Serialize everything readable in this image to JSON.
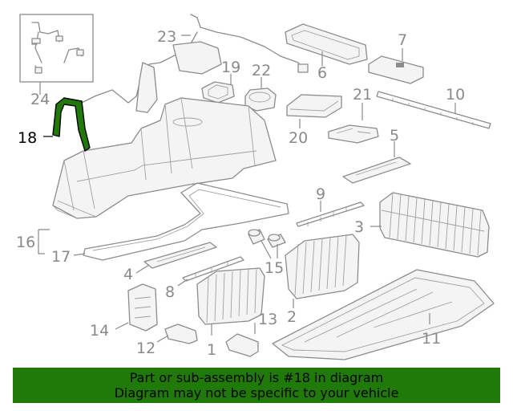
{
  "highlight_part": "18",
  "footer": {
    "line1": "Part or sub-assembly is #18 in diagram",
    "line2": "Diagram may not be specific to your vehicle"
  },
  "callouts": {
    "c1": "1",
    "c2": "2",
    "c3": "3",
    "c4": "4",
    "c5": "5",
    "c6": "6",
    "c7": "7",
    "c8": "8",
    "c9": "9",
    "c10": "10",
    "c11": "11",
    "c12": "12",
    "c13": "13",
    "c14": "14",
    "c15": "15",
    "c16": "16",
    "c17": "17",
    "c18": "18",
    "c19": "19",
    "c20": "20",
    "c21": "21",
    "c22": "22",
    "c23": "23",
    "c24": "24"
  },
  "colors": {
    "highlight_fill": "#1f7a0a",
    "footer_bg": "#1f7a0a",
    "line": "#8c8c8c",
    "label": "#8a8a8a"
  }
}
